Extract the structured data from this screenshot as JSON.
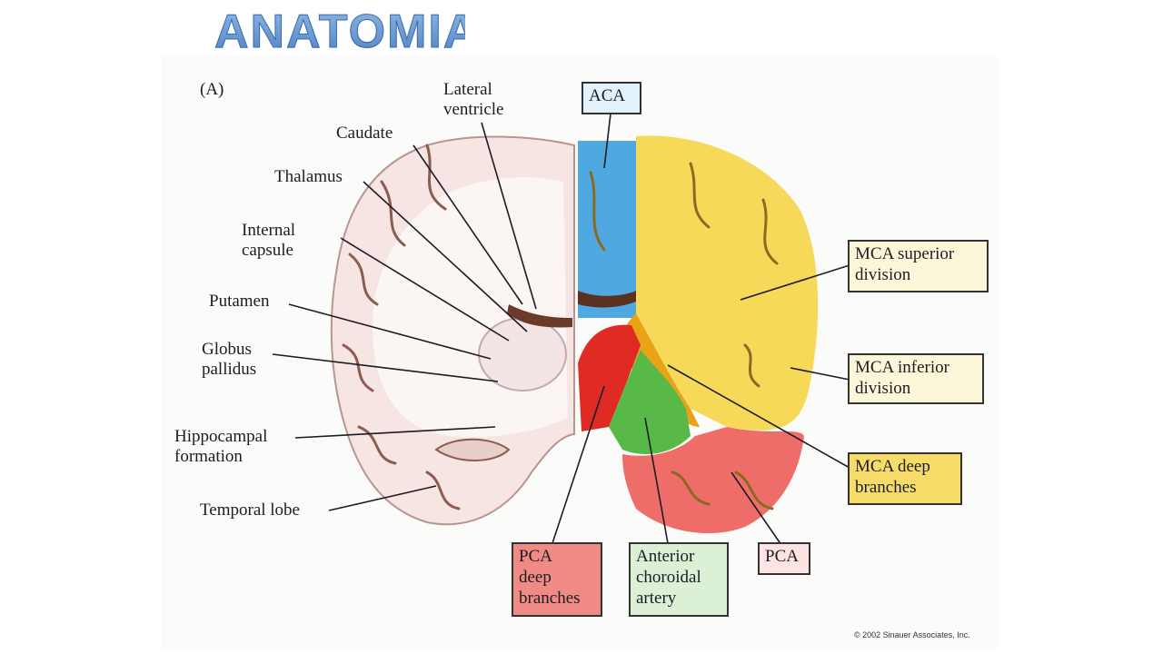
{
  "slide": {
    "title": "ANATOMIA"
  },
  "figure": {
    "panel_label": "(A)",
    "copyright": "© 2002 Sinauer Associates, Inc."
  },
  "left_labels": {
    "lateral_ventricle": "Lateral\nventricle",
    "caudate": "Caudate",
    "thalamus": "Thalamus",
    "internal_capsule": "Internal\ncapsule",
    "putamen": "Putamen",
    "globus_pallidus": "Globus\npallidus",
    "hippocampal_formation": "Hippocampal\nformation",
    "temporal_lobe": "Temporal lobe"
  },
  "territory_labels": {
    "aca": "ACA",
    "mca_superior": "MCA superior\ndivision",
    "mca_inferior": "MCA inferior\ndivision",
    "mca_deep": "MCA deep\nbranches",
    "pca": "PCA",
    "pca_deep": "PCA\ndeep\nbranches",
    "anterior_choroidal": "Anterior\nchoroidal\nartery"
  },
  "colors": {
    "aca": "#4fa8e0",
    "mca": "#f7d95a",
    "mca_deep": "#e8a316",
    "pca": "#ef6d68",
    "pca_deep": "#e02a24",
    "anterior_choroidal": "#58b848",
    "box_aca": "#e3f1fb",
    "box_mca": "#fdf7d9",
    "box_mca_deep": "#f8dc6a",
    "box_pca": "#fde4e2",
    "box_pca_deep": "#f08a84",
    "box_ach": "#dcf0d6",
    "title": "#5e93cf"
  }
}
